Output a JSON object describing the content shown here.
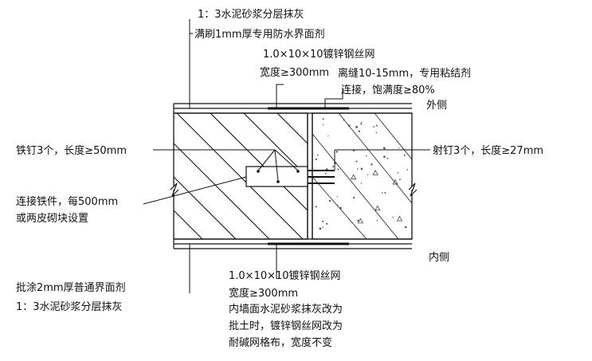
{
  "labels": {
    "top_l1": "1：3水泥砂浆分层抹灰",
    "top_l2": "满刷1mm厚专用防水界面剂",
    "mesh_top_l1": "1.0×10×10镀锌钢丝网",
    "mesh_top_l2": "宽度≥300mm",
    "gap_l1": "离缝10-15mm，专用粘结剂",
    "gap_l2": "连接，饱满度≥80%",
    "outside": "外侧",
    "inside": "内侧",
    "nails": "铁钉3个，长度≥50mm",
    "shoot_nails": "射钉3个，长度≥27mm",
    "connector_l1": "连接铁件，每500mm",
    "connector_l2": "或两皮砌块设置",
    "bottom_left_l1": "批涂2mm厚普通界面剂",
    "bottom_left_l2": "1：3水泥砂浆分层抹灰",
    "mesh_bot_l1": "1.0×10×10镀锌钢丝网",
    "mesh_bot_l2": "宽度≥300mm",
    "note_l1": "内墙面水泥砂浆抹灰改为",
    "note_l2": "批土时，镀锌钢丝网改为",
    "note_l3": "耐碱网格布，宽度不变"
  }
}
